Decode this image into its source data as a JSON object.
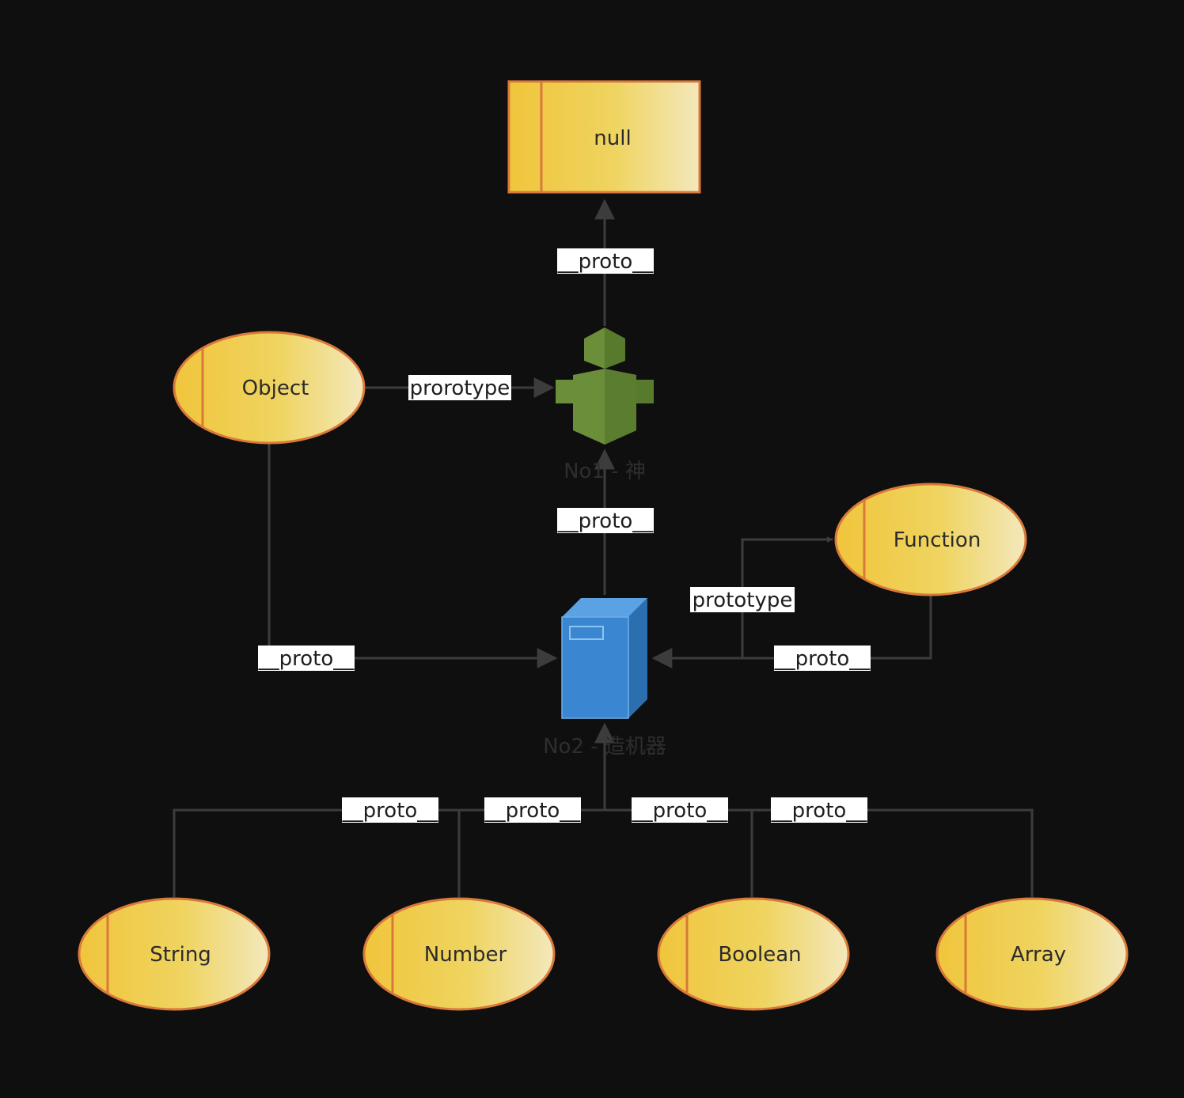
{
  "nodes": {
    "null": {
      "label": "null"
    },
    "object": {
      "label": "Object"
    },
    "function": {
      "label": "Function"
    },
    "string": {
      "label": "String"
    },
    "number": {
      "label": "Number"
    },
    "boolean": {
      "label": "Boolean"
    },
    "array": {
      "label": "Array"
    }
  },
  "icons": {
    "robot": {
      "caption": "No1 - 神"
    },
    "server": {
      "caption": "No2 - 造机器"
    }
  },
  "edge_labels": {
    "robot_to_null": "__proto__",
    "server_to_robot": "__proto__",
    "object_to_robot": "prorotype",
    "object_to_server": "__proto__",
    "server_to_function": "prototype",
    "function_to_server": "__proto__",
    "string_to_server": "__proto__",
    "number_to_server": "__proto__",
    "boolean_to_server": "__proto__",
    "array_to_server": "__proto__"
  },
  "colors": {
    "background": "#0f0f0f",
    "node_fill_start": "#f0c53c",
    "node_fill_end": "#f3e7b6",
    "node_border": "#d9793a",
    "edge": "#3c3c3c",
    "robot": "#6b8e3a",
    "server": "#3a86d0"
  }
}
